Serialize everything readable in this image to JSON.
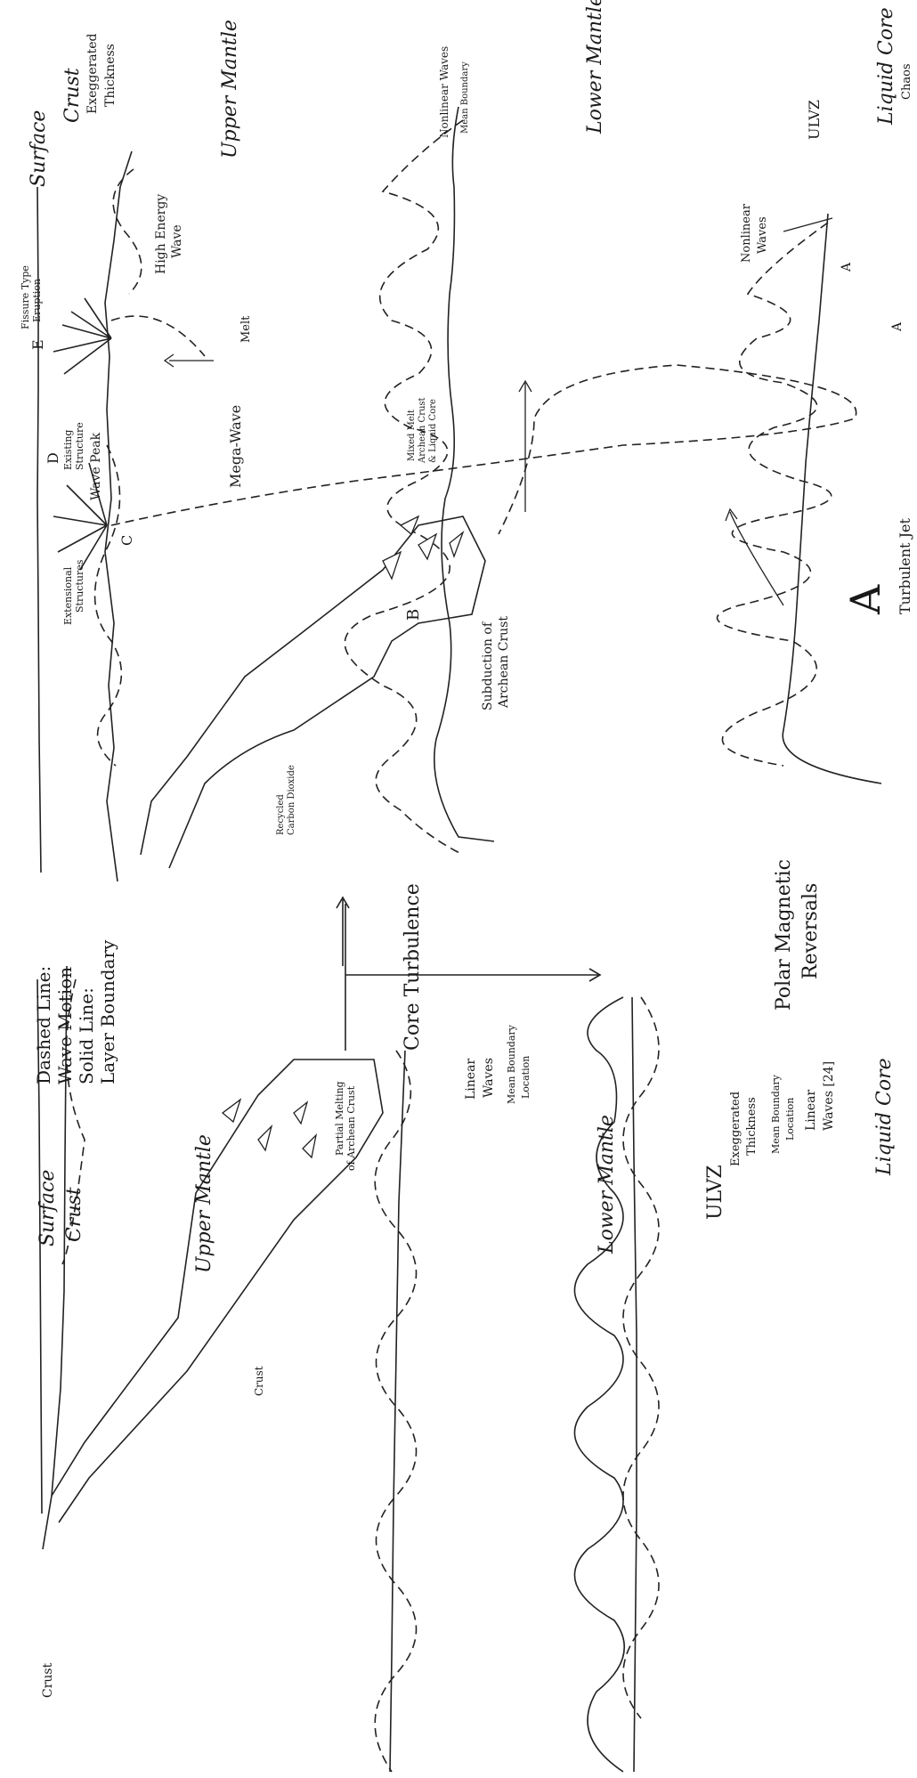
{
  "legend": {
    "dashed": "Dashed Line:",
    "dashed_sub": "Wave Motion",
    "solid": "Solid Line:",
    "solid_sub": "Layer Boundary"
  },
  "bottom_panel": {
    "surface": "Surface",
    "crust": "Crust",
    "crust_left": "Crust",
    "crust_slab": "Crust",
    "upper_mantle": "Upper Mantle",
    "partial_melting_1": "Partial Melting",
    "partial_melting_2": "of Archean Crust",
    "linear_waves_1": "Linear",
    "linear_waves_2": "Waves",
    "mean_boundary_1": "Mean Boundary",
    "mean_boundary_2": "Location",
    "lower_mantle": "Lower Mantle",
    "ulvz": "ULVZ",
    "ulvz_sub_1": "Exeggerated",
    "ulvz_sub_2": "Thickness",
    "mean_boundary_core_1": "Mean Boundary",
    "mean_boundary_core_2": "Location",
    "linear_waves_core_1": "Linear",
    "linear_waves_core_2": "Waves [24]",
    "liquid_core": "Liquid Core"
  },
  "middle": {
    "core_turbulence": "Core Turbulence",
    "polar_1": "Polar Magnetic",
    "polar_2": "Reversals"
  },
  "top_panel": {
    "surface": "Surface",
    "crust": "Crust",
    "crust_sub_1": "Exeggerated",
    "crust_sub_2": "Thickness",
    "upper_mantle": "Upper Mantle",
    "lower_mantle": "Lower Mantle",
    "liquid_core": "Liquid Core",
    "chaos": "Chaos",
    "fissure_1": "Fissure Type",
    "fissure_2": "Eruption",
    "label_e": "E",
    "high_energy_1": "High Energy",
    "high_energy_2": "Wave",
    "melt": "Melt",
    "label_d": "D",
    "existing_1": "Existing",
    "existing_2": "Structure",
    "wave_peak": "Wave Peak",
    "mega_wave": "Mega-Wave",
    "label_c": "C",
    "extensional_1": "Extensional",
    "extensional_2": "Structures",
    "nonlinear_waves": "Nonlinear Waves",
    "mean_boundary": "Mean Boundary",
    "mixed_melt_1": "Mixed Melt",
    "mixed_melt_2": "Archean Crust",
    "mixed_melt_3": "& Liquid Core",
    "label_b": "B",
    "subduction_1": "Subduction of",
    "subduction_2": "Archean Crust",
    "recycled_1": "Recycled",
    "recycled_2": "Carbon Dioxide",
    "ulvz": "ULVZ",
    "nonlinear_core_1": "Nonlinear",
    "nonlinear_core_2": "Waves",
    "label_a_small_1": "A",
    "label_a_small_2": "A",
    "label_a_big": "A",
    "turbulent_jet": "Turbulent Jet"
  }
}
